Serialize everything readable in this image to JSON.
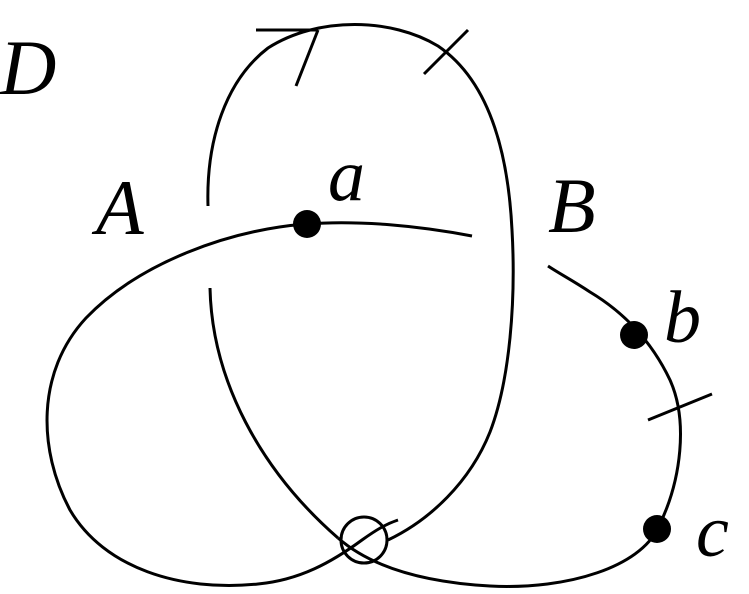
{
  "diagram": {
    "title": "D",
    "arcs": {
      "A": "A",
      "B": "B"
    },
    "points": {
      "a": "a",
      "b": "b",
      "c": "c"
    },
    "colors": {
      "stroke": "#000000",
      "background": "#ffffff"
    },
    "icons": {
      "orientation": "arrowhead",
      "crossing": "virtual-crossing-circle",
      "cut": "tick-mark"
    }
  }
}
